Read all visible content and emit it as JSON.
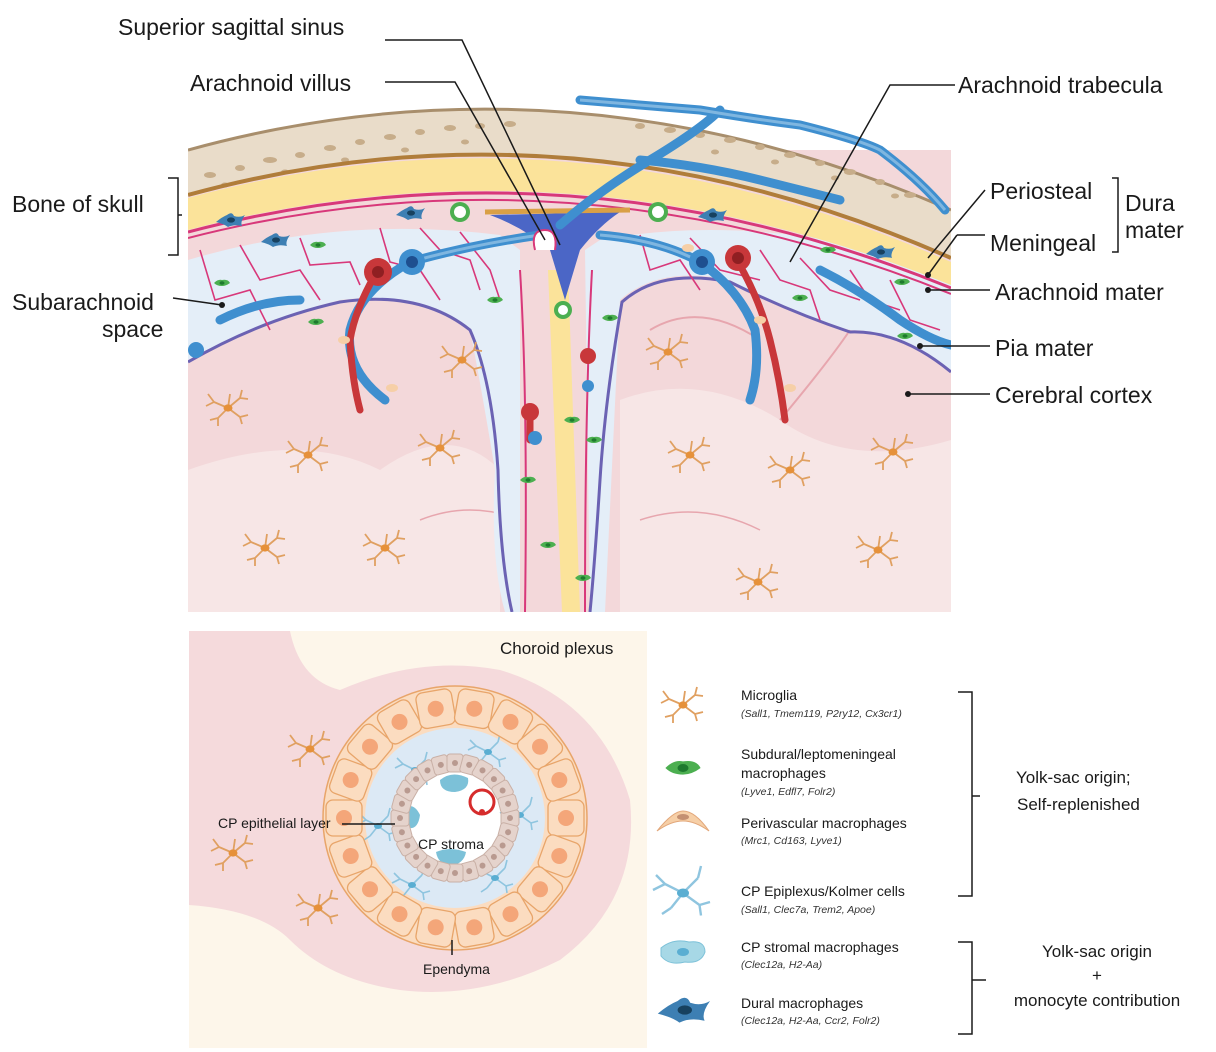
{
  "top_labels": {
    "superior_sagittal_sinus": "Superior sagittal sinus",
    "arachnoid_villus": "Arachnoid villus",
    "arachnoid_trabecula": "Arachnoid trabecula",
    "bone_of_skull": "Bone of skull",
    "periosteal": "Periosteal",
    "meningeal": "Meningeal",
    "dura_mater_1": "Dura",
    "dura_mater_2": "mater",
    "subarachnoid_1": "Subarachnoid",
    "subarachnoid_2": "space",
    "arachnoid_mater": "Arachnoid mater",
    "pia_mater": "Pia mater",
    "cerebral_cortex": "Cerebral cortex"
  },
  "cp_labels": {
    "choroid_plexus": "Choroid plexus",
    "cp_epithelial_layer": "CP epithelial layer",
    "cp_stroma": "CP stroma",
    "ependyma": "Ependyma"
  },
  "legend": [
    {
      "name": "Microglia",
      "genes": "(Sall1, Tmem119, P2ry12, Cx3cr1)",
      "icon": "microglia-icon"
    },
    {
      "name": "Subdural/leptomeningeal",
      "name2": "macrophages",
      "genes": "(Lyve1, Edfl7, Folr2)",
      "icon": "green-macrophage-icon"
    },
    {
      "name": "Perivascular macrophages",
      "genes": "(Mrc1, Cd163, Lyve1)",
      "icon": "crescent-macrophage-icon"
    },
    {
      "name": "CP Epiplexus/Kolmer cells",
      "genes": "(Sall1, Clec7a, Trem2, Apoe)",
      "icon": "kolmer-cell-icon"
    },
    {
      "name": "CP stromal macrophages",
      "genes": "(Clec12a, H2-Aa)",
      "icon": "stromal-macrophage-icon"
    },
    {
      "name": "Dural macrophages",
      "genes": "(Clec12a, H2-Aa, Ccr2, Folr2)",
      "icon": "dural-macrophage-icon"
    }
  ],
  "origins": {
    "group1_line1": "Yolk-sac origin;",
    "group1_line2": "Self-replenished",
    "group2_line1": "Yolk-sac origin",
    "group2_line2": "+",
    "group2_line3": "monocyte contribution"
  },
  "colors": {
    "bone": "#e9dcc9",
    "dura_yellow": "#fbe39a",
    "arachnoid_pink": "#d8387a",
    "csf_blue": "#e3eef8",
    "cortex_pink": "#f3d4d6",
    "vessel_blue": "#3f8fcf",
    "artery_red": "#c8373a",
    "pia_purple": "#6b62b3",
    "cp_background": "#fdf6ea",
    "epithelium_orange": "#fbdcc0"
  }
}
